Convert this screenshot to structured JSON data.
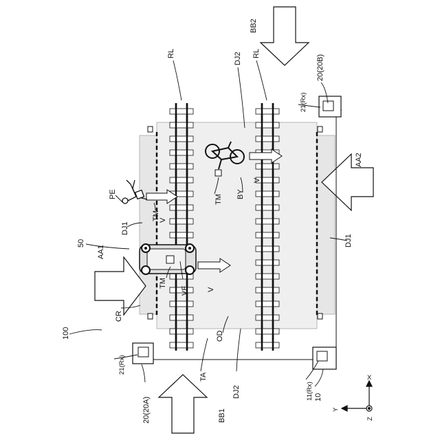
{
  "labels": {
    "bb2": "BB2",
    "bb1": "BB1",
    "aa1": "AA1",
    "aa2": "AA2",
    "rl_left": "RL",
    "rl_right": "RL",
    "dj2_top": "DJ2",
    "dj2_bottom": "DJ2",
    "dj1_left": "DJ1",
    "dj1_right": "DJ1",
    "ref_20b": "20(20B)",
    "ref_20a": "20(20A)",
    "rx_top": "21(Rx)",
    "rx_bottom_left": "21(Rx)",
    "rx_11": "11(Rx)",
    "ref_10": "10",
    "ref_100": "100",
    "ref_50": "50",
    "cr": "CR",
    "ta": "TA",
    "od": "OD",
    "pe": "PE",
    "tm_pe": "TM",
    "v_pe": "V",
    "by": "BY",
    "tm_by": "TM",
    "v_by": "V",
    "ve": "VE",
    "tm_ve": "TM",
    "v_ve": "V",
    "axis_x": "X",
    "axis_y": "Y",
    "axis_z": "Z"
  },
  "colors": {
    "line": "#111111",
    "zone_fill": "#e6e6e6",
    "zone_stroke": "#b5b5b5",
    "arrow_fill": "#ffffff"
  },
  "icons": {
    "pedestrian": "person-icon",
    "bicycle": "bicycle-icon",
    "vehicle": "car-icon",
    "detector": "sensor-box-icon"
  }
}
